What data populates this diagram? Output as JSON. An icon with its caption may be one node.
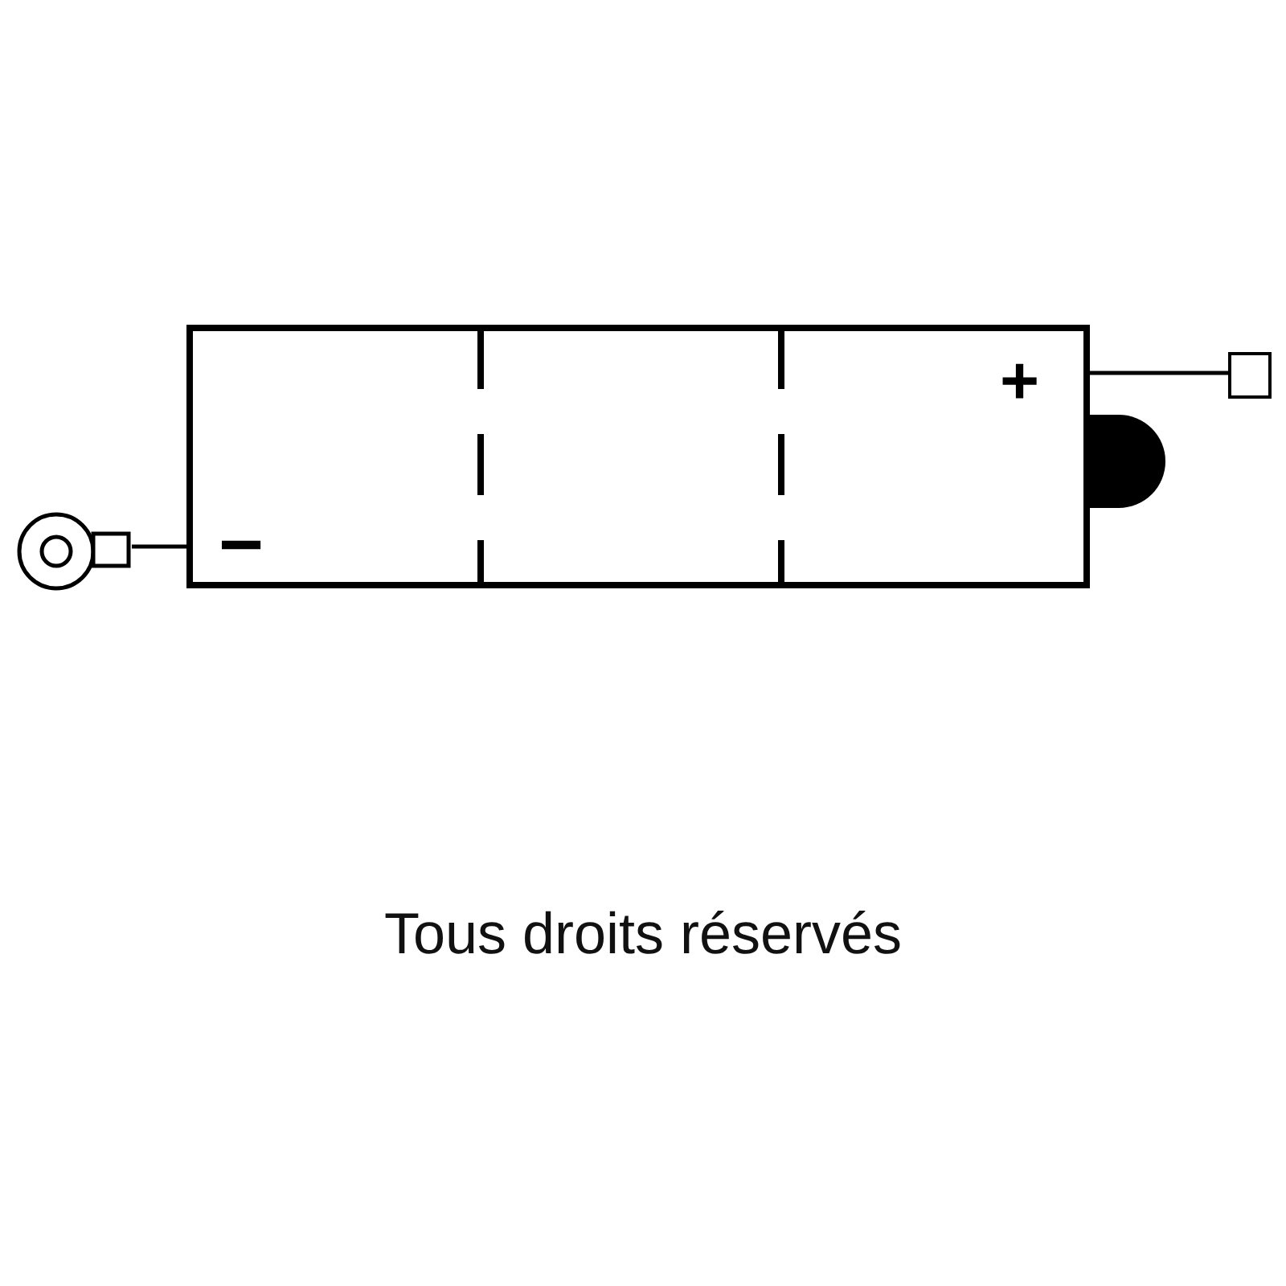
{
  "diagram": {
    "caption": "Tous droits réservés",
    "nodes": [
      {
        "text": [
          "+",
          "−"
        ]
      },
      {
        "text": [],
        "shape": "circle"
      },
      {
        "text": [],
        "shape": "box"
      }
    ],
    "edges": [
      {
        "from": 0,
        "to": 1,
        "arrow": "none"
      },
      {
        "from": 0,
        "to": 2,
        "arrow": "none"
      }
    ]
  }
}
